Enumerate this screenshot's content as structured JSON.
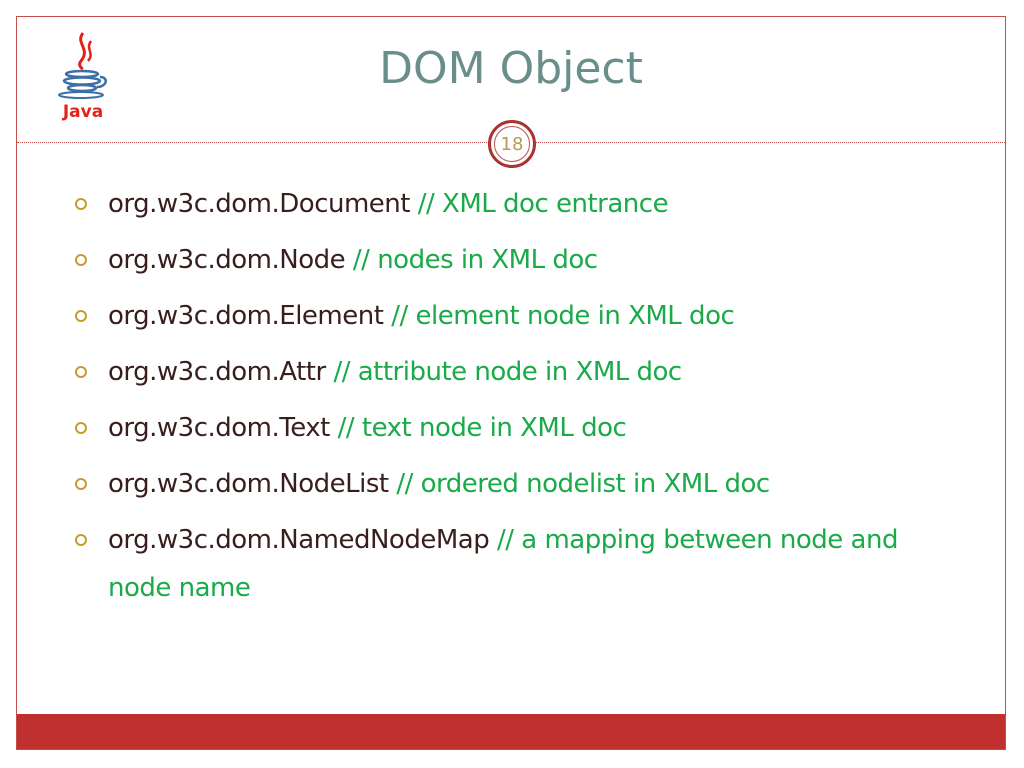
{
  "slide": {
    "title": "DOM Object",
    "page_number": "18",
    "logo": {
      "icon": "java-logo-icon",
      "text": "Java"
    },
    "bullets": [
      {
        "code": "org.w3c.dom.Document",
        "comment": "// XML doc entrance"
      },
      {
        "code": "org.w3c.dom.Node",
        "comment": "// nodes in XML doc"
      },
      {
        "code": "org.w3c.dom.Element",
        "comment": "//  element node in XML doc"
      },
      {
        "code": "org.w3c.dom.Attr",
        "comment": "// attribute node in XML doc"
      },
      {
        "code": "org.w3c.dom.Text",
        "comment": "// text node in XML doc"
      },
      {
        "code": "org.w3c.dom.NodeList",
        "comment": "// ordered nodelist in XML doc"
      },
      {
        "code": "org.w3c.dom.NamedNodeMap",
        "comment": "// a mapping between node and node name"
      }
    ]
  },
  "colors": {
    "accent": "#c0302e",
    "title": "#6a8f8b",
    "code_text": "#3a1e1e",
    "comment_text": "#1aaa4a",
    "bullet_mark": "#c89b2e"
  }
}
